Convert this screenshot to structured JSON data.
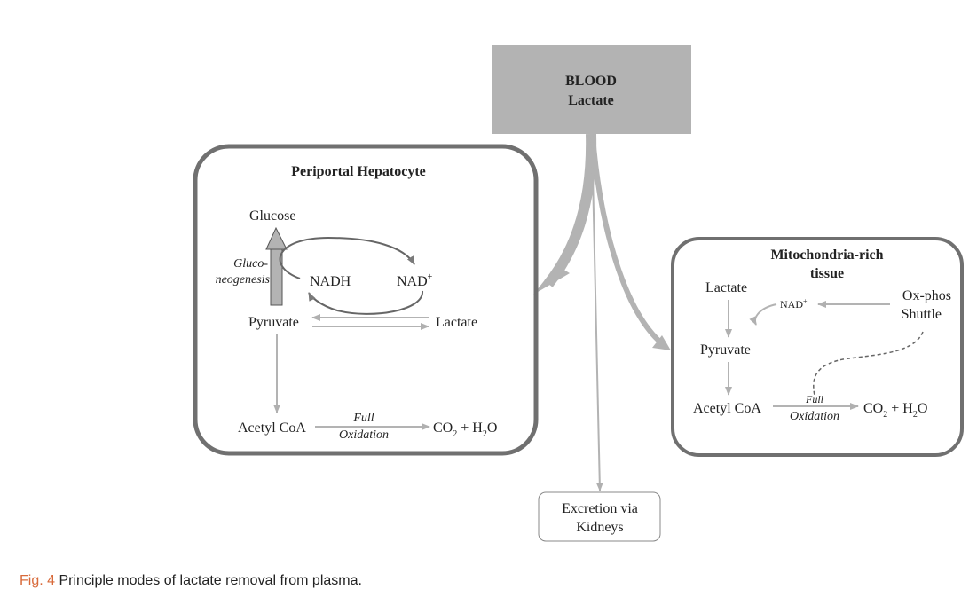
{
  "blood": {
    "line1": "BLOOD",
    "line2": "Lactate"
  },
  "hepatocyte": {
    "title": "Periportal Hepatocyte",
    "glucose": "Glucose",
    "gluco_line1": "Gluco-",
    "gluco_line2": "neogenesis",
    "nadh": "NADH",
    "nad": "NAD",
    "nad_sup": "+",
    "pyruvate": "Pyruvate",
    "lactate": "Lactate",
    "acetyl": "Acetyl CoA",
    "full": "Full",
    "oxidation": "Oxidation",
    "co2": "CO",
    "co2_sub": "2",
    "plus_h": " + H",
    "h2_sub": "2",
    "o": "O"
  },
  "mito": {
    "title_line1": "Mitochondria-rich",
    "title_line2": "tissue",
    "lactate": "Lactate",
    "nad": "NAD",
    "nad_sup": "+",
    "oxphos_line1": "Ox-phos",
    "oxphos_line2": "Shuttle",
    "pyruvate": "Pyruvate",
    "acetyl": "Acetyl CoA",
    "full": "Full",
    "oxidation": "Oxidation",
    "co2": "CO",
    "co2_sub": "2",
    "plus_h": " + H",
    "h2_sub": "2",
    "o": "O"
  },
  "kidney": {
    "line1": "Excretion via",
    "line2": "Kidneys"
  },
  "caption": {
    "fig": "Fig. 4",
    "text": "Principle modes of lactate removal from plasma."
  }
}
